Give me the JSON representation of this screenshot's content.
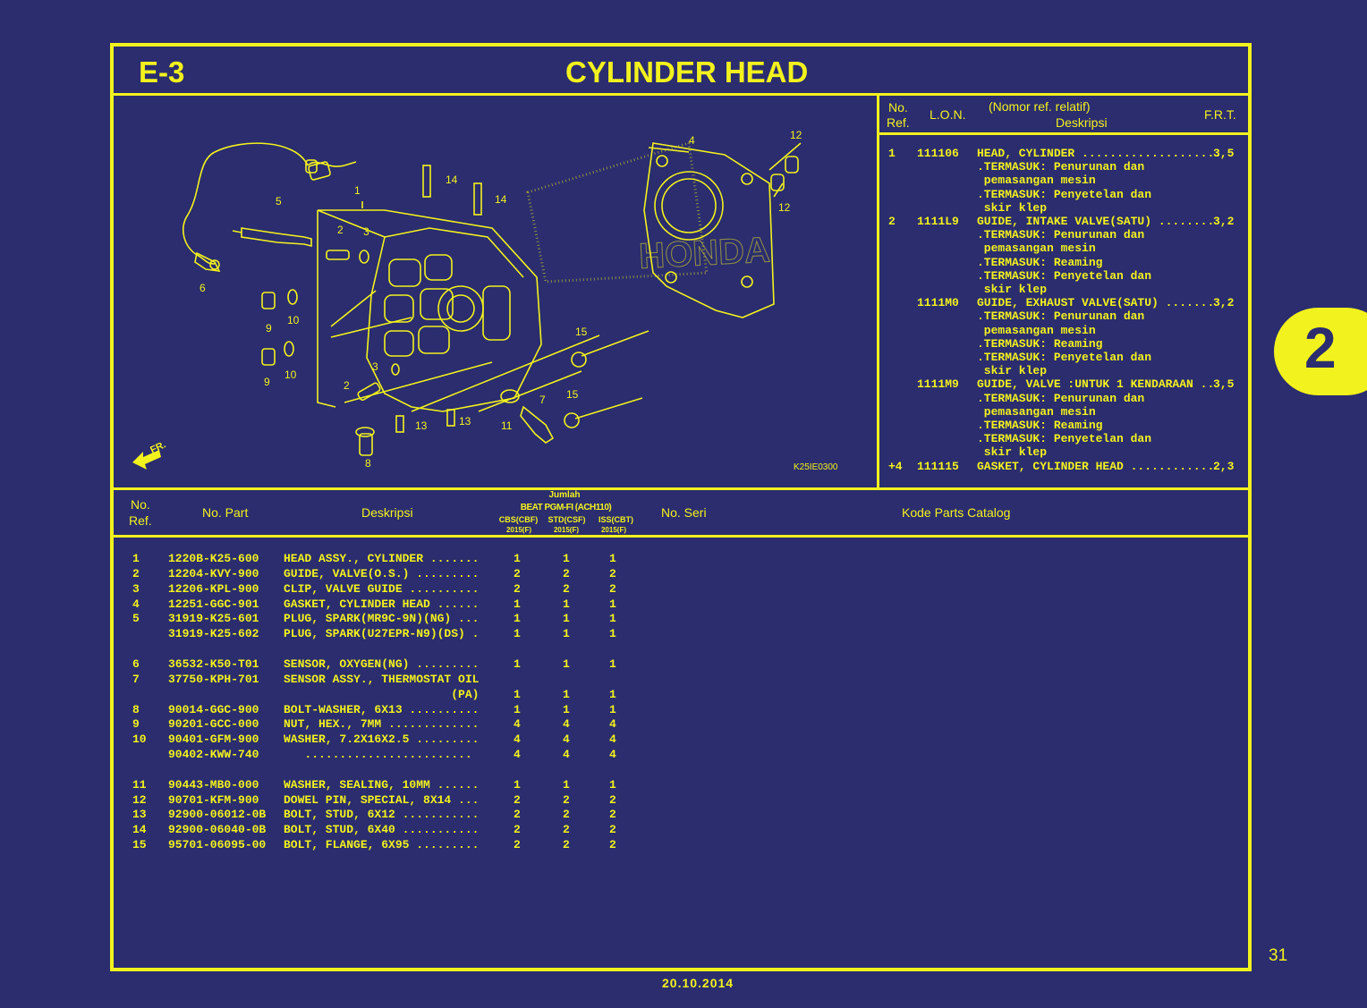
{
  "header": {
    "code": "E-3",
    "title": "CYLINDER HEAD"
  },
  "lon_table": {
    "headers": {
      "no": "No.",
      "ref": "Ref.",
      "lon": "L.O.N.",
      "nomor": "(Nomor ref. relatif)",
      "deskripsi": "Deskripsi",
      "frt": "F.R.T."
    },
    "rows": [
      {
        "ref": "1",
        "lon": "111106",
        "desc": "HEAD, CYLINDER ....................",
        "frt": "3,5"
      },
      {
        "ref": "",
        "lon": "",
        "desc": ".TERMASUK: Penurunan dan",
        "frt": ""
      },
      {
        "ref": "",
        "lon": "",
        "desc": " pemasangan mesin",
        "frt": ""
      },
      {
        "ref": "",
        "lon": "",
        "desc": ".TERMASUK: Penyetelan dan",
        "frt": ""
      },
      {
        "ref": "",
        "lon": "",
        "desc": " skir klep",
        "frt": ""
      },
      {
        "ref": "2",
        "lon": "1111L9",
        "desc": "GUIDE, INTAKE VALVE(SATU) ........",
        "frt": "3,2"
      },
      {
        "ref": "",
        "lon": "",
        "desc": ".TERMASUK: Penurunan dan",
        "frt": ""
      },
      {
        "ref": "",
        "lon": "",
        "desc": " pemasangan mesin",
        "frt": ""
      },
      {
        "ref": "",
        "lon": "",
        "desc": ".TERMASUK: Reaming",
        "frt": ""
      },
      {
        "ref": "",
        "lon": "",
        "desc": ".TERMASUK: Penyetelan dan",
        "frt": ""
      },
      {
        "ref": "",
        "lon": "",
        "desc": " skir klep",
        "frt": ""
      },
      {
        "ref": "",
        "lon": "1111M0",
        "desc": "GUIDE, EXHAUST VALVE(SATU) .......",
        "frt": "3,2"
      },
      {
        "ref": "",
        "lon": "",
        "desc": ".TERMASUK: Penurunan dan",
        "frt": ""
      },
      {
        "ref": "",
        "lon": "",
        "desc": " pemasangan mesin",
        "frt": ""
      },
      {
        "ref": "",
        "lon": "",
        "desc": ".TERMASUK: Reaming",
        "frt": ""
      },
      {
        "ref": "",
        "lon": "",
        "desc": ".TERMASUK: Penyetelan dan",
        "frt": ""
      },
      {
        "ref": "",
        "lon": "",
        "desc": " skir klep",
        "frt": ""
      },
      {
        "ref": "",
        "lon": "1111M9",
        "desc": "GUIDE, VALVE :UNTUK 1 KENDARAAN ..",
        "frt": "3,5"
      },
      {
        "ref": "",
        "lon": "",
        "desc": ".TERMASUK: Penurunan dan",
        "frt": ""
      },
      {
        "ref": "",
        "lon": "",
        "desc": " pemasangan mesin",
        "frt": ""
      },
      {
        "ref": "",
        "lon": "",
        "desc": ".TERMASUK: Reaming",
        "frt": ""
      },
      {
        "ref": "",
        "lon": "",
        "desc": ".TERMASUK: Penyetelan dan",
        "frt": ""
      },
      {
        "ref": "",
        "lon": "",
        "desc": " skir klep",
        "frt": ""
      },
      {
        "ref": "+4",
        "lon": "111115",
        "desc": "GASKET, CYLINDER HEAD ............",
        "frt": "2,3"
      }
    ]
  },
  "diagram": {
    "fig_code": "K25IE0300",
    "fr_label": "FR.",
    "watermark": "HONDA"
  },
  "parts_table": {
    "headers": {
      "no": "No.",
      "ref": "Ref.",
      "no_part": "No. Part",
      "deskripsi": "Deskripsi",
      "jumlah": "Jumlah",
      "model": "BEAT PGM-FI (ACH110)",
      "cols": [
        {
          "name": "CBS(CBF)",
          "year": "2015(F)"
        },
        {
          "name": "STD(CSF)",
          "year": "2015(F)"
        },
        {
          "name": "ISS(CBT)",
          "year": "2015(F)"
        }
      ],
      "no_seri": "No. Seri",
      "kode": "Kode Parts Catalog"
    },
    "rows": [
      {
        "ref": "1",
        "part": "1220B-K25-600",
        "desc": "HEAD ASSY., CYLINDER .......",
        "q1": "1",
        "q2": "1",
        "q3": "1"
      },
      {
        "ref": "2",
        "part": "12204-KVY-900",
        "desc": "GUIDE, VALVE(O.S.) .........",
        "q1": "2",
        "q2": "2",
        "q3": "2"
      },
      {
        "ref": "3",
        "part": "12206-KPL-900",
        "desc": "CLIP, VALVE GUIDE ..........",
        "q1": "2",
        "q2": "2",
        "q3": "2"
      },
      {
        "ref": "4",
        "part": "12251-GGC-901",
        "desc": "GASKET, CYLINDER HEAD ......",
        "q1": "1",
        "q2": "1",
        "q3": "1"
      },
      {
        "ref": "5",
        "part": "31919-K25-601",
        "desc": "PLUG, SPARK(MR9C-9N)(NG) ...",
        "q1": "1",
        "q2": "1",
        "q3": "1"
      },
      {
        "ref": "",
        "part": "31919-K25-602",
        "desc": "PLUG, SPARK(U27EPR-N9)(DS) .",
        "q1": "1",
        "q2": "1",
        "q3": "1"
      },
      {
        "ref": "",
        "part": "",
        "desc": "",
        "q1": "",
        "q2": "",
        "q3": ""
      },
      {
        "ref": "6",
        "part": "36532-K50-T01",
        "desc": "SENSOR, OXYGEN(NG) .........",
        "q1": "1",
        "q2": "1",
        "q3": "1"
      },
      {
        "ref": "7",
        "part": "37750-KPH-701",
        "desc": "SENSOR ASSY., THERMOSTAT OIL",
        "q1": "",
        "q2": "",
        "q3": ""
      },
      {
        "ref": "",
        "part": "",
        "desc": "                        (PA)",
        "q1": "1",
        "q2": "1",
        "q3": "1"
      },
      {
        "ref": "8",
        "part": "90014-GGC-900",
        "desc": "BOLT-WASHER, 6X13 ..........",
        "q1": "1",
        "q2": "1",
        "q3": "1"
      },
      {
        "ref": "9",
        "part": "90201-GCC-000",
        "desc": "NUT, HEX., 7MM .............",
        "q1": "4",
        "q2": "4",
        "q3": "4"
      },
      {
        "ref": "10",
        "part": "90401-GFM-900",
        "desc": "WASHER, 7.2X16X2.5 .........",
        "q1": "4",
        "q2": "4",
        "q3": "4"
      },
      {
        "ref": "",
        "part": "90402-KWW-740",
        "desc": "   ........................",
        "q1": "4",
        "q2": "4",
        "q3": "4"
      },
      {
        "ref": "",
        "part": "",
        "desc": "",
        "q1": "",
        "q2": "",
        "q3": ""
      },
      {
        "ref": "11",
        "part": "90443-MB0-000",
        "desc": "WASHER, SEALING, 10MM ......",
        "q1": "1",
        "q2": "1",
        "q3": "1"
      },
      {
        "ref": "12",
        "part": "90701-KFM-900",
        "desc": "DOWEL PIN, SPECIAL, 8X14 ...",
        "q1": "2",
        "q2": "2",
        "q3": "2"
      },
      {
        "ref": "13",
        "part": "92900-06012-0B",
        "desc": "BOLT, STUD, 6X12 ...........",
        "q1": "2",
        "q2": "2",
        "q3": "2"
      },
      {
        "ref": "14",
        "part": "92900-06040-0B",
        "desc": "BOLT, STUD, 6X40 ...........",
        "q1": "2",
        "q2": "2",
        "q3": "2"
      },
      {
        "ref": "15",
        "part": "95701-06095-00",
        "desc": "BOLT, FLANGE, 6X95 .........",
        "q1": "2",
        "q2": "2",
        "q3": "2"
      }
    ]
  },
  "side_tab": {
    "number": "2"
  },
  "footer": {
    "page": "31",
    "date": "20.10.2014"
  },
  "colors": {
    "background": "#2b2d6e",
    "accent": "#f2f21e"
  }
}
